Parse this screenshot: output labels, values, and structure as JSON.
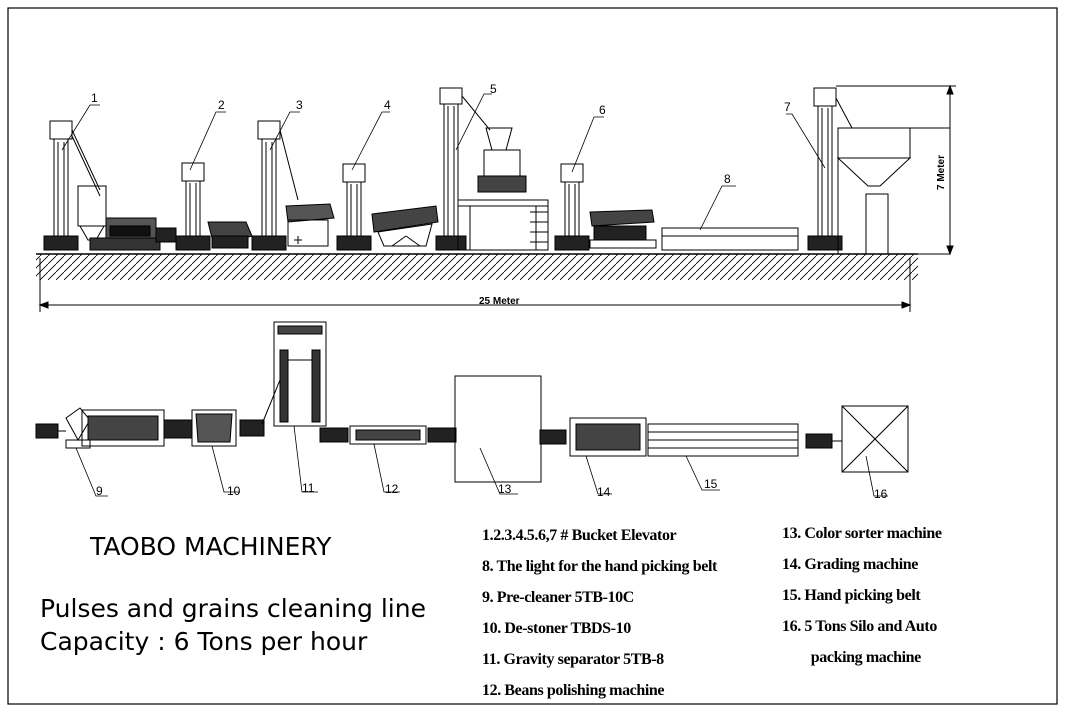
{
  "company": "TAOBO MACHINERY",
  "title_line1": "Pulses and grains cleaning line",
  "title_line2": "Capacity : 6 Tons per hour",
  "dimensions": {
    "length": "25  Meter",
    "height": "7 Meter"
  },
  "elevation_labels": [
    "1",
    "2",
    "3",
    "4",
    "5",
    "6",
    "7",
    "8"
  ],
  "plan_labels": [
    "9",
    "10",
    "11",
    "12",
    "13",
    "14",
    "15",
    "16"
  ],
  "legend_left": [
    "1.2.3.4.5.6,7 #  Bucket Elevator",
    "8.   The light for the hand picking belt",
    "9.   Pre-cleaner  5TB-10C",
    "10.    De-stoner TBDS-10",
    "11.    Gravity separator 5TB-8",
    "12.  Beans polishing machine"
  ],
  "legend_right": [
    "13.  Color sorter machine",
    "14.  Grading machine",
    "15.  Hand picking belt",
    "16.  5  Tons  Silo and Auto",
    "        packing machine"
  ]
}
